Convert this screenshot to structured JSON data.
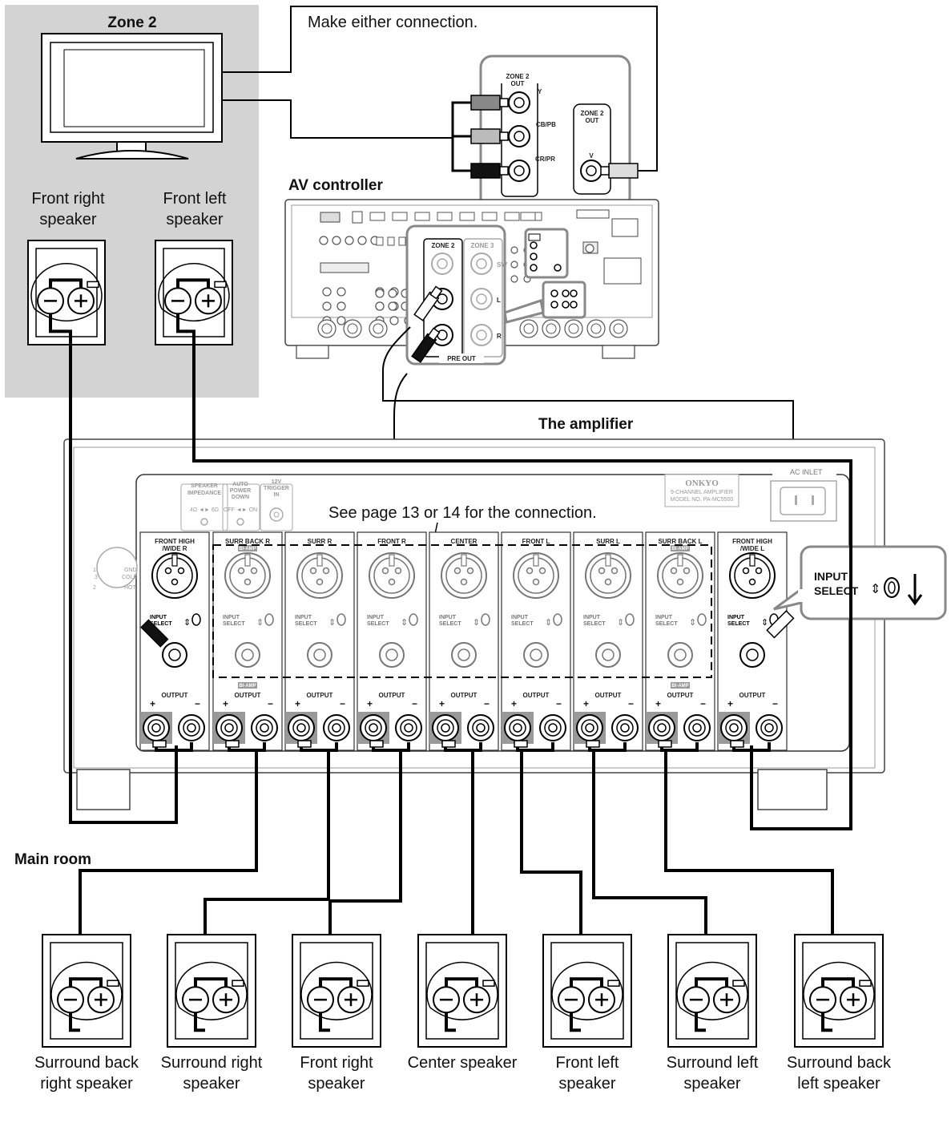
{
  "zone2_title": "Zone 2",
  "instruction": "Make either connection.",
  "av_controller_label": "AV controller",
  "amplifier_label": "The amplifier",
  "main_room_label": "Main room",
  "see_page_note": "See page 13 or 14 for the connection.",
  "zone2_speakers": [
    {
      "line1": "Front right",
      "line2": "speaker"
    },
    {
      "line1": "Front left",
      "line2": "speaker"
    }
  ],
  "component_out": {
    "header_l1": "ZONE 2",
    "header_l2": "OUT",
    "y": "Y",
    "cb": "CB/PB",
    "cr": "CR/PR"
  },
  "video_out": {
    "header_l1": "ZONE 2",
    "header_l2": "OUT",
    "v": "V"
  },
  "preout": {
    "zone2": "ZONE 2",
    "zone3": "ZONE 3",
    "sw": "SW",
    "l": "L",
    "r": "R",
    "footer": "PRE OUT"
  },
  "amp_channels": [
    {
      "line1": "FRONT HIGH",
      "line2": "/WIDE R"
    },
    {
      "line1": "SURR BACK R",
      "line2": ""
    },
    {
      "line1": "SURR R",
      "line2": ""
    },
    {
      "line1": "FRONT R",
      "line2": ""
    },
    {
      "line1": "CENTER",
      "line2": ""
    },
    {
      "line1": "FRONT L",
      "line2": ""
    },
    {
      "line1": "SURR L",
      "line2": ""
    },
    {
      "line1": "SURR BACK L",
      "line2": ""
    },
    {
      "line1": "FRONT HIGH",
      "line2": "/WIDE L"
    }
  ],
  "bi_amp_tag": "BI-AMP",
  "output_label": "OUTPUT",
  "input_select_l1": "INPUT",
  "input_select_l2": "SELECT",
  "callout": {
    "line1": "INPUT",
    "line2": "SELECT"
  },
  "amp_top": {
    "speaker_impedance_l1": "SPEAKER",
    "speaker_impedance_l2": "IMPEDANCE",
    "impedance_values": "4Ω ◄► 6Ω",
    "auto_power_l1": "AUTO",
    "auto_power_l2": "POWER",
    "auto_power_l3": "DOWN",
    "auto_power_values": "OFF ◄► ON",
    "trigger_l1": "12V",
    "trigger_l2": "TRIGGER",
    "trigger_l3": "IN",
    "ac_inlet": "AC INLET",
    "brand": "ONKYO",
    "model_l1": "9-CHANNEL AMPLIFIER",
    "model_l2": "MODEL NO. PA-MC5500"
  },
  "xlr_pins": {
    "p1": "1",
    "p2": "2",
    "p3": "3",
    "gnd": "GND",
    "cold": "COLD",
    "hot": "HOT"
  },
  "bottom_speakers": [
    {
      "line1": "Surround back",
      "line2": "right speaker"
    },
    {
      "line1": "Surround right",
      "line2": "speaker"
    },
    {
      "line1": "Front right",
      "line2": "speaker"
    },
    {
      "line1": "Center speaker",
      "line2": ""
    },
    {
      "line1": "Front left",
      "line2": "speaker"
    },
    {
      "line1": "Surround left",
      "line2": "speaker"
    },
    {
      "line1": "Surround back",
      "line2": "left speaker"
    }
  ]
}
